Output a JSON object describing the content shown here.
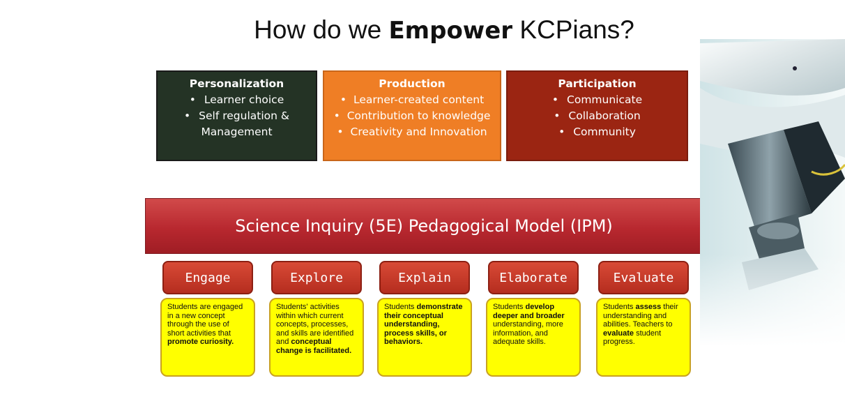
{
  "title": {
    "before": "How do we ",
    "emphasis": "Empower",
    "after": " KCPians?"
  },
  "pillars": {
    "personalization": {
      "heading": "Personalization",
      "items": [
        "Learner choice",
        "Self regulation & Management"
      ]
    },
    "production": {
      "heading": "Production",
      "items": [
        "Learner-created content",
        "Contribution to knowledge",
        "Creativity and Innovation"
      ]
    },
    "participation": {
      "heading": "Participation",
      "items": [
        "Communicate",
        "Collaboration",
        "Community"
      ]
    }
  },
  "banner": {
    "label": "Science Inquiry (5E) Pedagogical Model (IPM)"
  },
  "phases": [
    {
      "label": "Engage",
      "desc": [
        {
          "t": "Students are engaged in a new concept through the use of short activities that ",
          "b": false
        },
        {
          "t": "promote curiosity.",
          "b": true
        }
      ]
    },
    {
      "label": "Explore",
      "desc": [
        {
          "t": "Students' activities within which current concepts, processes, and skills are identified and ",
          "b": false
        },
        {
          "t": "conceptual change is facilitated.",
          "b": true
        }
      ]
    },
    {
      "label": "Explain",
      "desc": [
        {
          "t": "Students ",
          "b": false
        },
        {
          "t": "demonstrate their conceptual understanding, process skills, or behaviors.",
          "b": true
        }
      ]
    },
    {
      "label": "Elaborate",
      "desc": [
        {
          "t": "Students ",
          "b": false
        },
        {
          "t": "develop deeper and broader",
          "b": true
        },
        {
          "t": " understanding, more information, and adequate skills.",
          "b": false
        }
      ]
    },
    {
      "label": "Evaluate",
      "desc": [
        {
          "t": "Students ",
          "b": false
        },
        {
          "t": "assess",
          "b": true
        },
        {
          "t": " their understanding and abilities. Teachers to ",
          "b": false
        },
        {
          "t": "evaluate",
          "b": true
        },
        {
          "t": " student progress.",
          "b": false
        }
      ]
    }
  ],
  "colors": {
    "personalization_bg": "#243325",
    "production_bg": "#ef7e25",
    "participation_bg": "#9b2512",
    "banner_bg": "#b8282f",
    "phase_label_bg": "#c63a2a",
    "phase_desc_bg": "#ffff00"
  },
  "images": {
    "right_side": "microscope-photo"
  }
}
